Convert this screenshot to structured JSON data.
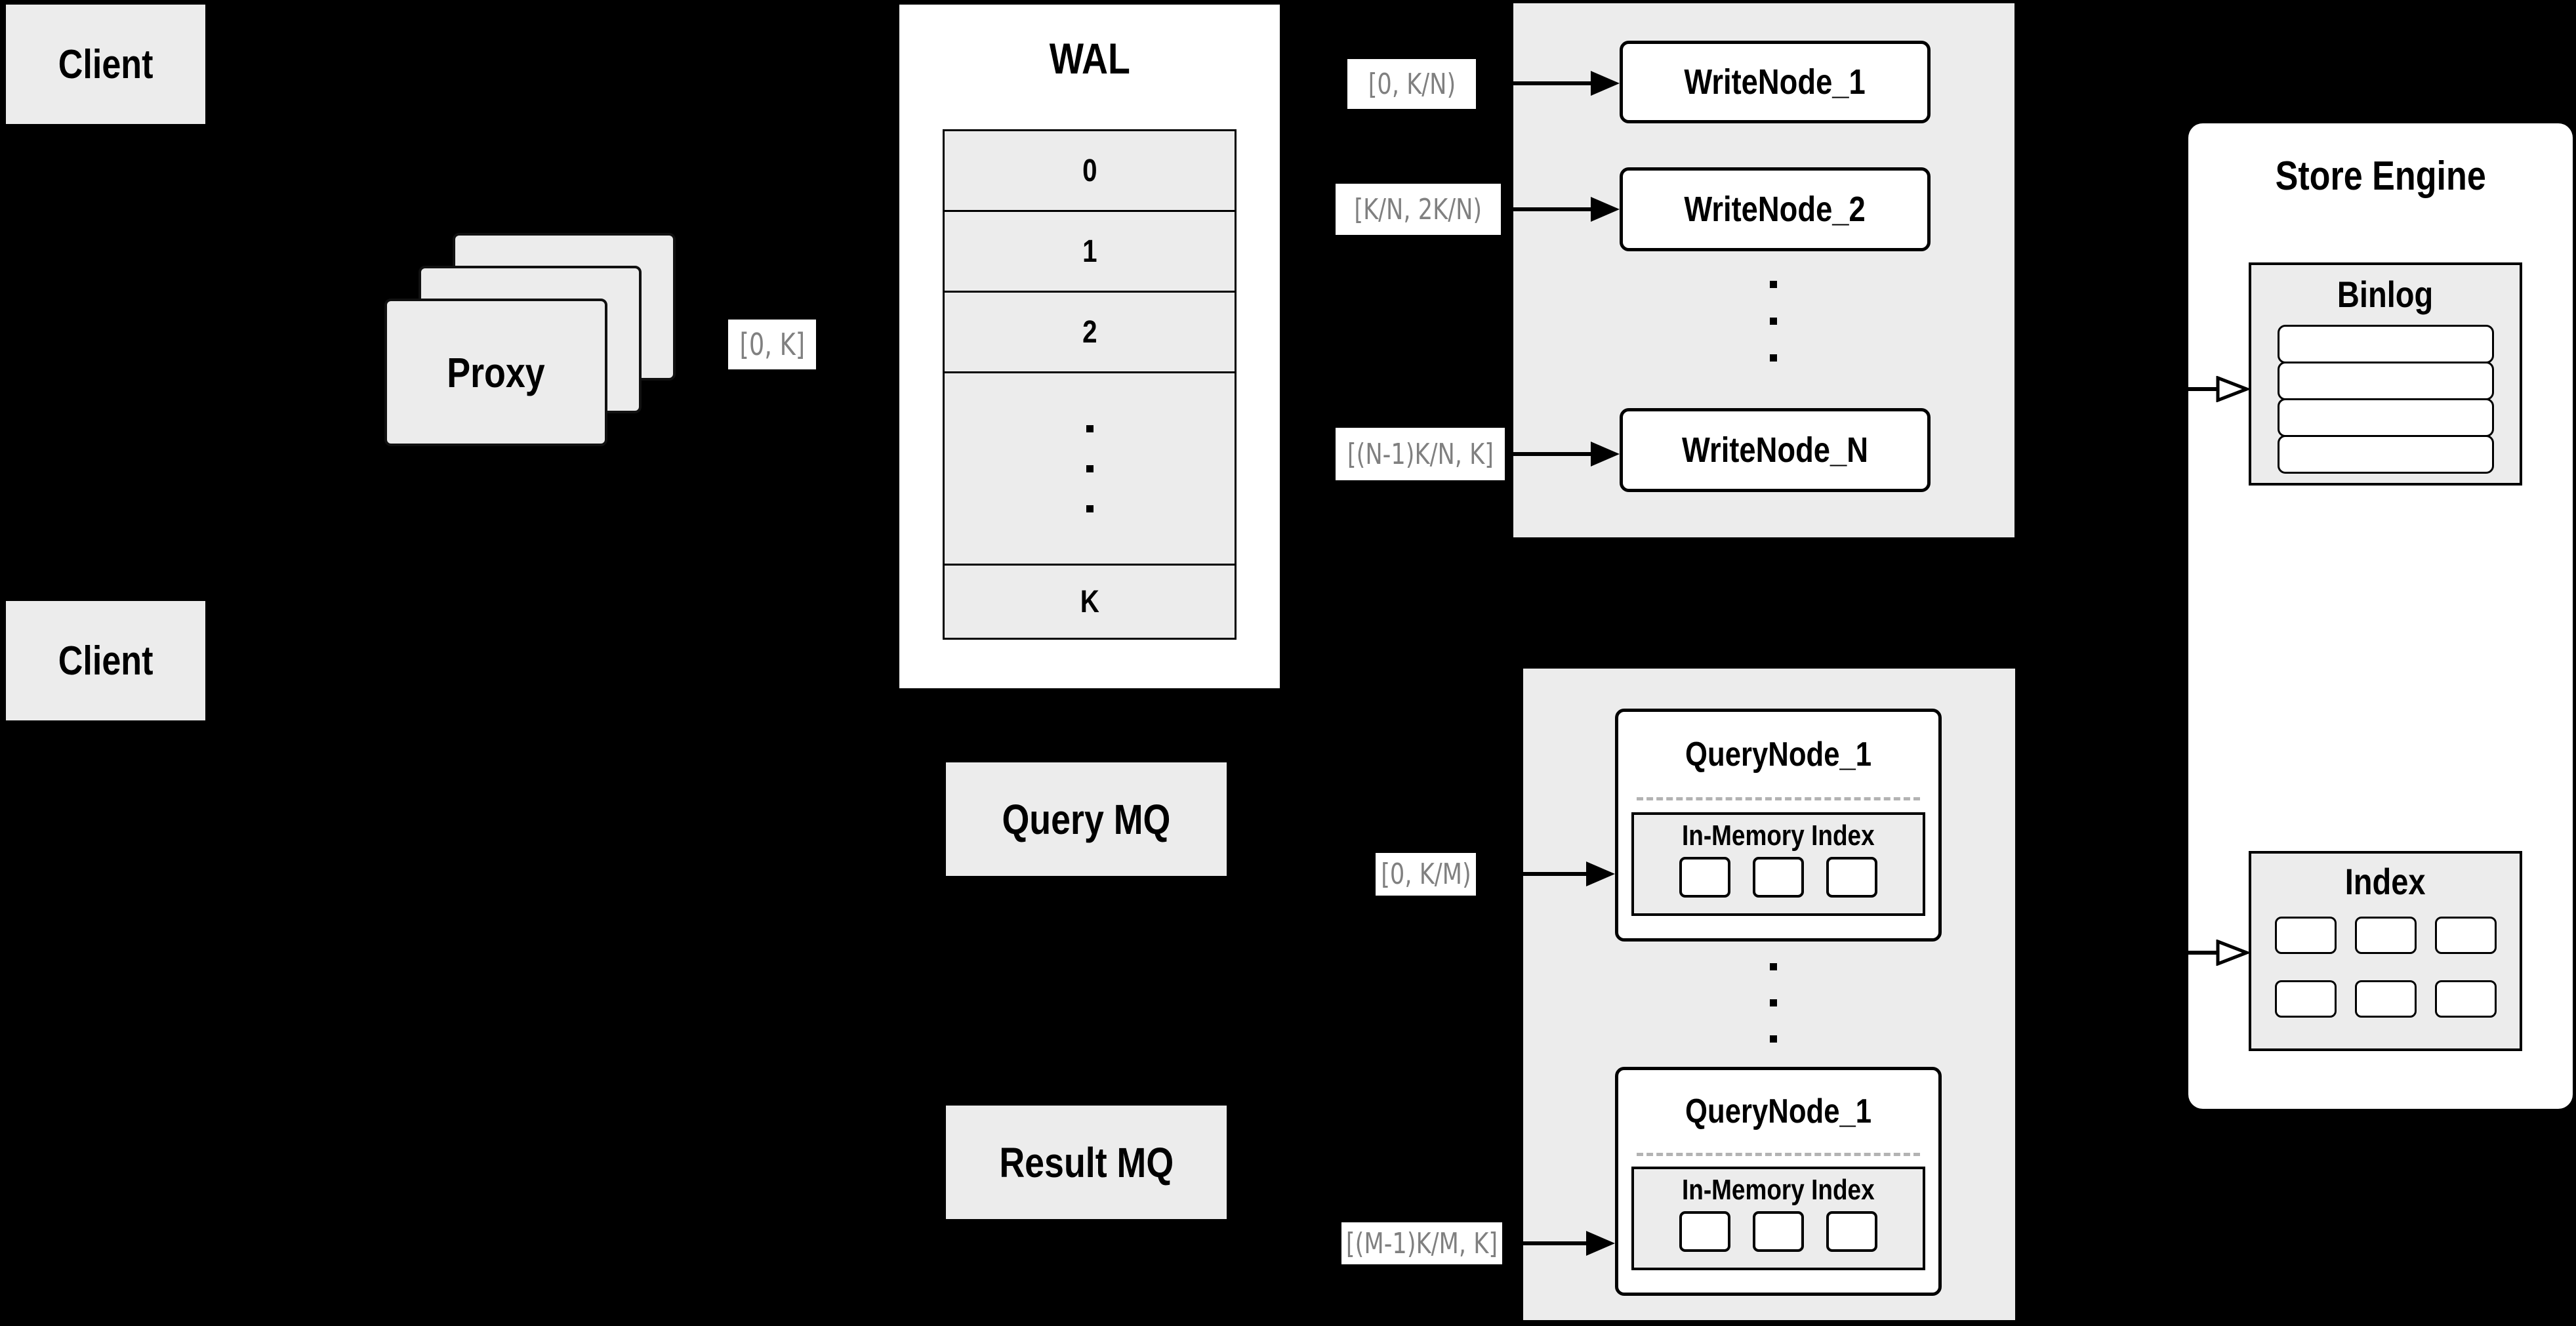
{
  "colors": {
    "background": "#000000",
    "panel_gray": "#ececec",
    "box_white": "#ffffff",
    "stroke_black": "#000000",
    "range_label_gray": "#808080"
  },
  "clients": {
    "top_label": "Client",
    "bottom_label": "Client"
  },
  "proxy": {
    "label": "Proxy",
    "range_label": "[0, K]"
  },
  "wal": {
    "title": "WAL",
    "rows": [
      "0",
      "1",
      "2"
    ],
    "last_row": "K",
    "ellipsis": "..."
  },
  "write_group": {
    "labels": [
      "[0, K/N)",
      "[K/N, 2K/N)",
      "[(N-1)K/N, K]"
    ],
    "nodes": [
      "WriteNode_1",
      "WriteNode_2",
      "WriteNode_N"
    ],
    "ellipsis": "..."
  },
  "mq": {
    "query_label": "Query MQ",
    "result_label": "Result MQ"
  },
  "query_group": {
    "labels": [
      "[0, K/M)",
      "[(M-1)K/M, K]"
    ],
    "nodes": [
      {
        "title": "QueryNode_1",
        "index_title": "In-Memory Index",
        "cell_count": 3
      },
      {
        "title": "QueryNode_1",
        "index_title": "In-Memory Index",
        "cell_count": 3
      }
    ],
    "ellipsis": "..."
  },
  "store_engine": {
    "title": "Store Engine",
    "binlog": {
      "title": "Binlog",
      "row_count": 4
    },
    "index": {
      "title": "Index",
      "cell_count": 6
    }
  }
}
